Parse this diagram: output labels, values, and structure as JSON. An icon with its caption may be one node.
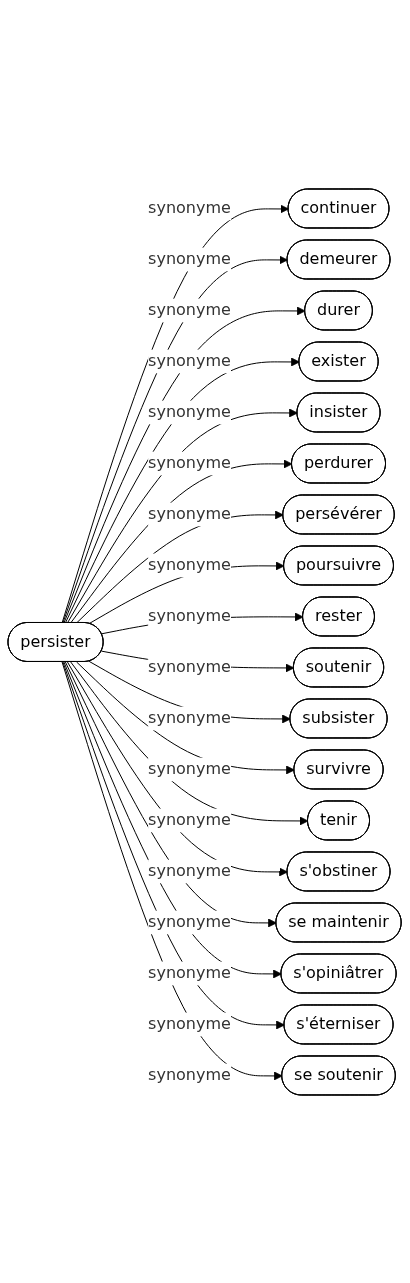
{
  "diagram": {
    "nodes": [
      {
        "text": [
          "persister"
        ]
      },
      {
        "text": [
          "continuer"
        ]
      },
      {
        "text": [
          "demeurer"
        ]
      },
      {
        "text": [
          "durer"
        ]
      },
      {
        "text": [
          "exister"
        ]
      },
      {
        "text": [
          "insister"
        ]
      },
      {
        "text": [
          "perdurer"
        ]
      },
      {
        "text": [
          "persévérer"
        ]
      },
      {
        "text": [
          "poursuivre"
        ]
      },
      {
        "text": [
          "rester"
        ]
      },
      {
        "text": [
          "soutenir"
        ]
      },
      {
        "text": [
          "subsister"
        ]
      },
      {
        "text": [
          "survivre"
        ]
      },
      {
        "text": [
          "tenir"
        ]
      },
      {
        "text": [
          "s'obstiner"
        ]
      },
      {
        "text": [
          "se maintenir"
        ]
      },
      {
        "text": [
          "s'opiniâtrer"
        ]
      },
      {
        "text": [
          "s'éterniser"
        ]
      },
      {
        "text": [
          "se soutenir"
        ]
      }
    ],
    "edges": [
      {
        "from": 0,
        "to": 1,
        "arrow": "to",
        "label": "synonyme"
      },
      {
        "from": 0,
        "to": 2,
        "arrow": "to",
        "label": "synonyme"
      },
      {
        "from": 0,
        "to": 3,
        "arrow": "to",
        "label": "synonyme"
      },
      {
        "from": 0,
        "to": 4,
        "arrow": "to",
        "label": "synonyme"
      },
      {
        "from": 0,
        "to": 5,
        "arrow": "to",
        "label": "synonyme"
      },
      {
        "from": 0,
        "to": 6,
        "arrow": "to",
        "label": "synonyme"
      },
      {
        "from": 0,
        "to": 7,
        "arrow": "to",
        "label": "synonyme"
      },
      {
        "from": 0,
        "to": 8,
        "arrow": "to",
        "label": "synonyme"
      },
      {
        "from": 0,
        "to": 9,
        "arrow": "to",
        "label": "synonyme"
      },
      {
        "from": 0,
        "to": 10,
        "arrow": "to",
        "label": "synonyme"
      },
      {
        "from": 0,
        "to": 11,
        "arrow": "to",
        "label": "synonyme"
      },
      {
        "from": 0,
        "to": 12,
        "arrow": "to",
        "label": "synonyme"
      },
      {
        "from": 0,
        "to": 13,
        "arrow": "to",
        "label": "synonyme"
      },
      {
        "from": 0,
        "to": 14,
        "arrow": "to",
        "label": "synonyme"
      },
      {
        "from": 0,
        "to": 15,
        "arrow": "to",
        "label": "synonyme"
      },
      {
        "from": 0,
        "to": 16,
        "arrow": "to",
        "label": "synonyme"
      },
      {
        "from": 0,
        "to": 17,
        "arrow": "to",
        "label": "synonyme"
      },
      {
        "from": 0,
        "to": 18,
        "arrow": "to",
        "label": "synonyme"
      }
    ]
  }
}
